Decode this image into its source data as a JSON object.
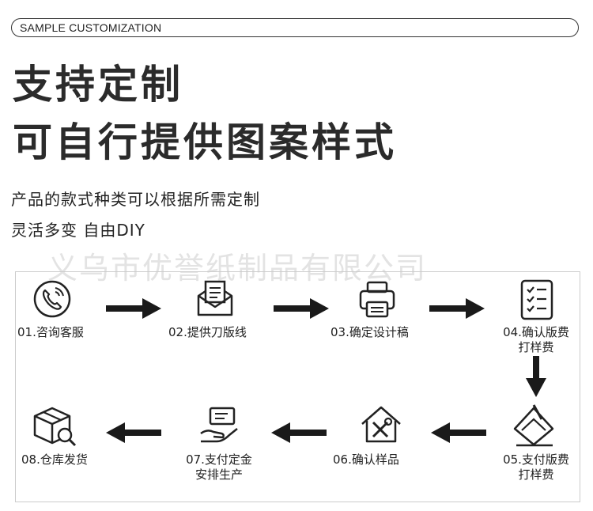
{
  "header": {
    "tag": "SAMPLE CUSTOMIZATION"
  },
  "headline": {
    "line1": "支持定制",
    "line2": "可自行提供图案样式"
  },
  "subtext": {
    "line1": "产品的款式种类可以根据所需定制",
    "line2": "灵活多变 自由DIY"
  },
  "watermark": "义乌市优誉纸制品有限公司",
  "steps": [
    {
      "label": "01.咨询客服",
      "icon": "phone-icon"
    },
    {
      "label": "02.提供刀版线",
      "icon": "envelope-icon"
    },
    {
      "label": "03.确定设计稿",
      "icon": "printer-icon"
    },
    {
      "label": "04.确认版费",
      "label2": "打样费",
      "icon": "checklist-icon"
    },
    {
      "label": "05.支付版费",
      "label2": "打样费",
      "icon": "sign-paper-icon"
    },
    {
      "label": "06.确认样品",
      "icon": "house-tools-icon"
    },
    {
      "label": "07.支付定金",
      "label2": "安排生产",
      "icon": "hand-money-icon"
    },
    {
      "label": "08.仓库发货",
      "icon": "package-search-icon"
    }
  ],
  "colors": {
    "text": "#222222",
    "headline": "#2b2b2b",
    "arrow": "#1a1a1a",
    "border": "#cccccc"
  }
}
